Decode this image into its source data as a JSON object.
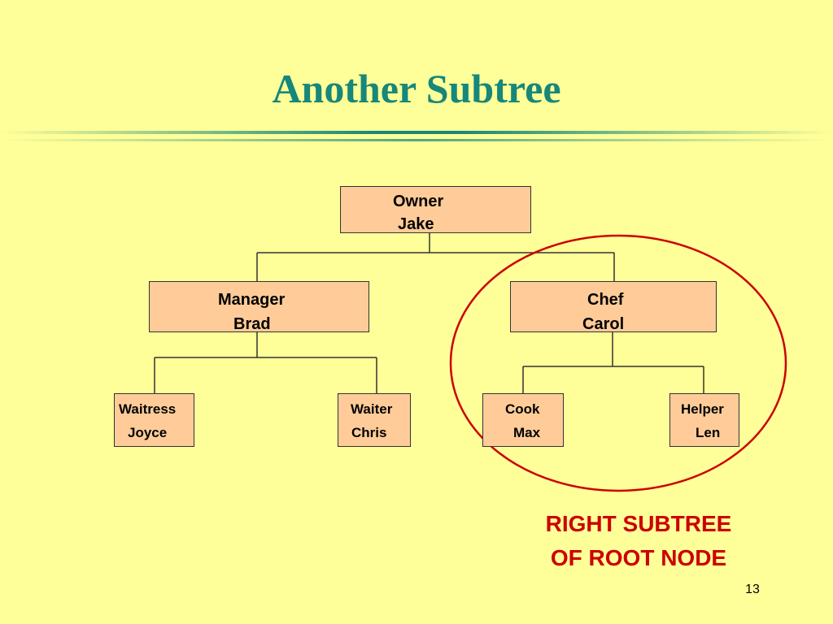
{
  "slide": {
    "title": "Another Subtree",
    "page_number": "13"
  },
  "tree": {
    "root": {
      "role": "Owner",
      "name": "Jake"
    },
    "left": {
      "role": "Manager",
      "name": "Brad"
    },
    "right": {
      "role": "Chef",
      "name": "Carol"
    },
    "left_left": {
      "role": "Waitress",
      "name": "Joyce"
    },
    "left_right": {
      "role": "Waiter",
      "name": "Chris"
    },
    "right_left": {
      "role": "Cook",
      "name": "Max"
    },
    "right_right": {
      "role": "Helper",
      "name": "Len"
    }
  },
  "annotation": {
    "line1": "RIGHT SUBTREE",
    "line2": "OF ROOT NODE",
    "color": "#cc0000"
  },
  "colors": {
    "background": "#ffff99",
    "title": "#16877a",
    "node_fill": "#ffcc99"
  }
}
